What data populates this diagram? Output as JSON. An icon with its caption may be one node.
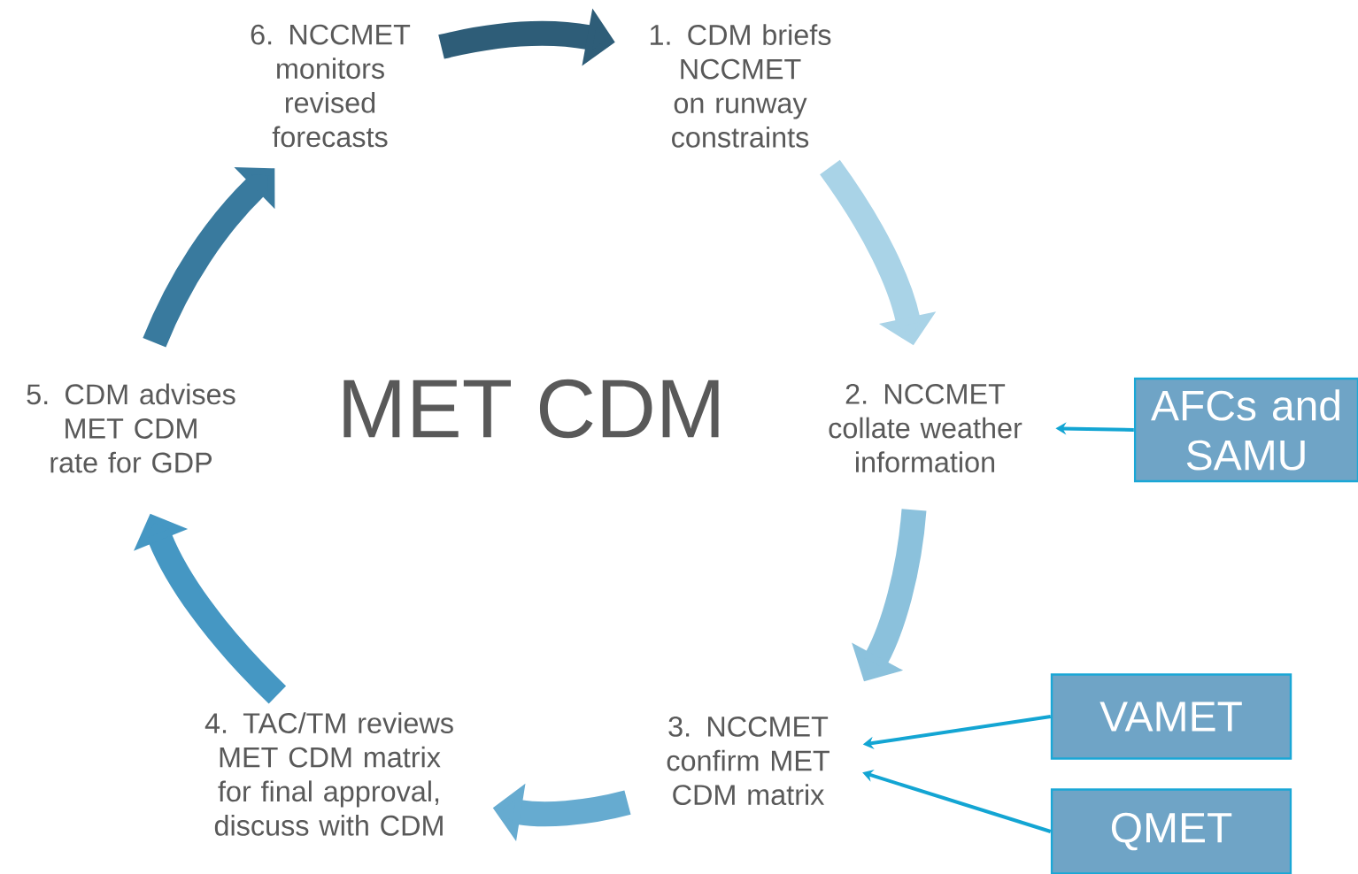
{
  "diagram": {
    "nodes": [
      {
        "text": [
          "1. CDM briefs NCCMET on runway constraints"
        ]
      },
      {
        "text": [
          "2. NCCMET collate weather information"
        ]
      },
      {
        "text": [
          "3. NCCMET confirm MET CDM matrix"
        ]
      },
      {
        "text": [
          "4. TAC/TM reviews MET CDM matrix for final approval, discuss with CDM"
        ]
      },
      {
        "text": [
          "5. CDM advises MET CDM rate for GDP"
        ]
      },
      {
        "text": [
          "6. NCCMET monitors revised forecasts"
        ]
      },
      {
        "text": [
          "AFCs and SAMU"
        ]
      },
      {
        "text": [
          "VAMET"
        ]
      },
      {
        "text": [
          "QMET"
        ]
      }
    ],
    "edges": [
      {
        "from": 5,
        "to": 0,
        "arrow": "to",
        "color": "#2e5d78"
      },
      {
        "from": 0,
        "to": 1,
        "arrow": "to",
        "color": "#a9d3e7"
      },
      {
        "from": 1,
        "to": 2,
        "arrow": "to",
        "color": "#8bc1dc"
      },
      {
        "from": 2,
        "to": 3,
        "arrow": "to",
        "color": "#66abd0"
      },
      {
        "from": 3,
        "to": 4,
        "arrow": "to",
        "color": "#4597c3"
      },
      {
        "from": 4,
        "to": 5,
        "arrow": "to",
        "color": "#397a9e"
      },
      {
        "from": 6,
        "to": 1,
        "arrow": "to",
        "color": "#13a5d3"
      },
      {
        "from": 7,
        "to": 2,
        "arrow": "to",
        "color": "#13a5d3"
      },
      {
        "from": 8,
        "to": 2,
        "arrow": "to",
        "color": "#13a5d3"
      }
    ],
    "labels": [
      "MET CDM"
    ]
  }
}
